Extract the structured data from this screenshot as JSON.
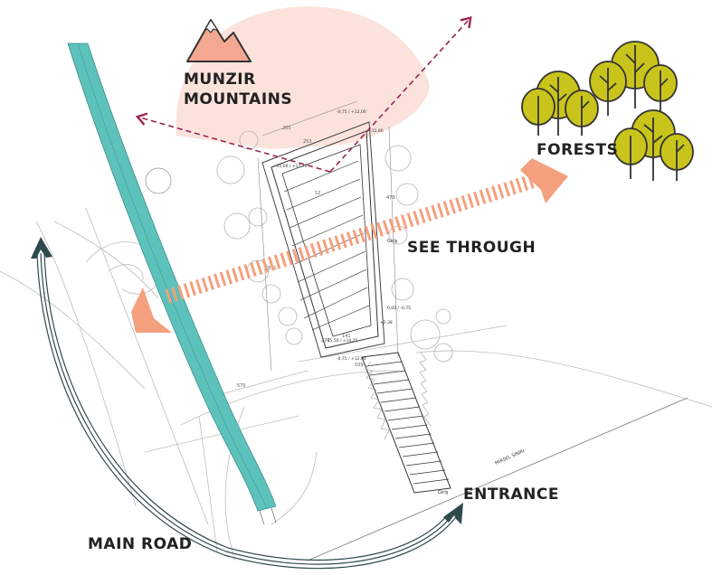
{
  "labels": {
    "mountains_line1": "MUNZIR",
    "mountains_line2": "MOUNTAINS",
    "forests": "FORESTS",
    "see_through": "SEE THROUGH",
    "entrance": "ENTRANCE",
    "main_road": "MAIN ROAD",
    "parcel_boundary": "PARSEL SINIRI",
    "entry_marker_top": "Giriş",
    "entry_marker_bottom": "Giriş"
  },
  "dimensions": [
    "205",
    "253",
    "12",
    "479",
    "371",
    "270",
    "141",
    "109",
    "570"
  ],
  "elevations": [
    "-0,75 / +12,00",
    "-15,00 / +17,70",
    "+12,80",
    "0,00 / -0,75",
    "+2,38",
    "-15,50 / +14,25",
    "-0,75 / +12,00"
  ],
  "colors": {
    "road_teal": "#5cc2bb",
    "view_salmon": "#f4a07e",
    "mountain_fill": "#f4a891",
    "mountain_halo": "#fbe3dc",
    "axis_dashed": "#9a2455",
    "forest_fill": "#c9c41b",
    "arrow_dark": "#2f4a4c"
  },
  "icons": [
    "mountain-icon",
    "tree-icon",
    "curved-arrow-icon",
    "striped-arrow-icon"
  ]
}
